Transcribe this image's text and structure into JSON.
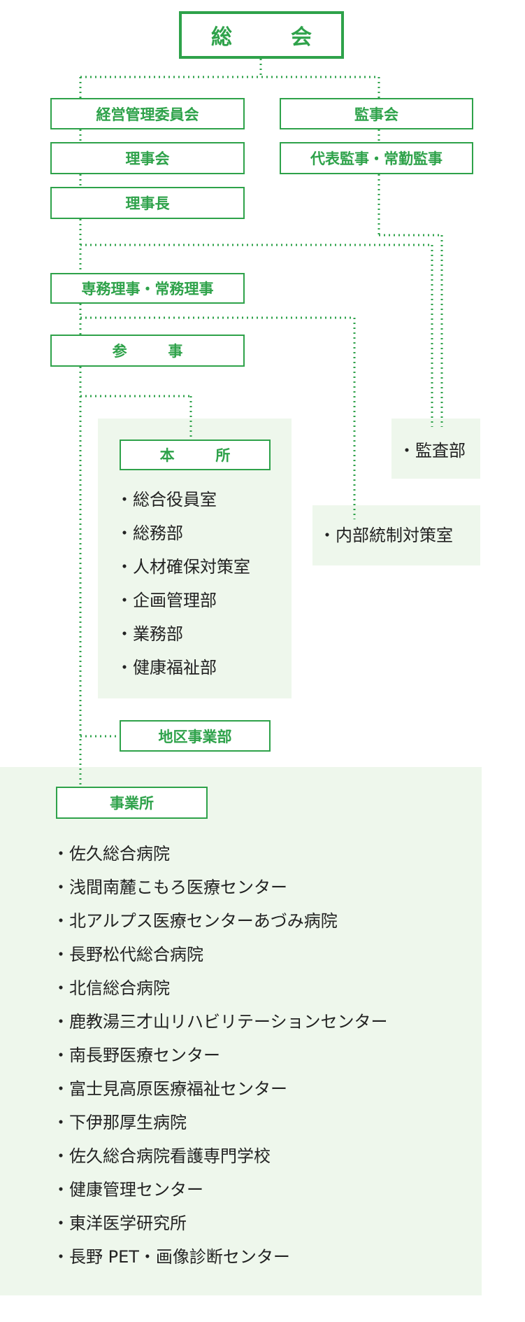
{
  "colors": {
    "accent": "#2ea24a",
    "panel": "#eef7ec"
  },
  "nodes": {
    "general_meeting": "総　会",
    "management_committee": "経営管理委員会",
    "board": "理事会",
    "chairman": "理事長",
    "audit_board": "監事会",
    "auditors": "代表監事・常勤監事",
    "executive_directors": "専務理事・常務理事",
    "counselor": "参　事",
    "head_office": "本　所",
    "regional_division": "地区事業部",
    "facilities": "事業所"
  },
  "head_office_depts": [
    "総合役員室",
    "総務部",
    "人材確保対策室",
    "企画管理部",
    "業務部",
    "健康福祉部"
  ],
  "audit_dept": "監査部",
  "internal_control": "内部統制対策室",
  "facility_list": [
    "佐久総合病院",
    "浅間南麓こもろ医療センター",
    "北アルプス医療センターあづみ病院",
    "長野松代総合病院",
    "北信総合病院",
    "鹿教湯三才山リハビリテーションセンター",
    "南長野医療センター",
    "富士見高原医療福祉センター",
    "下伊那厚生病院",
    "佐久総合病院看護専門学校",
    "健康管理センター",
    "東洋医学研究所",
    "長野 PET・画像診断センター"
  ]
}
